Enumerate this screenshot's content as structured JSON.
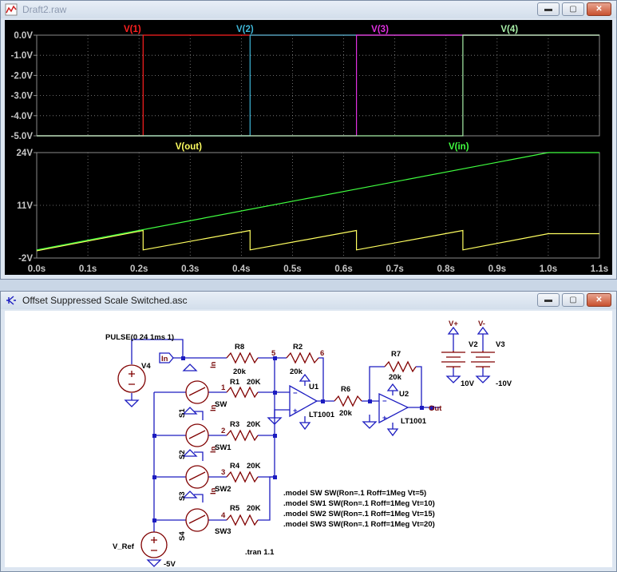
{
  "waveform_window": {
    "title": "Draft2.raw",
    "icon": "waveform-chart-icon"
  },
  "schematic_window": {
    "title": "Offset Suppressed Scale Switched.asc",
    "icon": "schematic-component-icon"
  },
  "window_controls": {
    "minimize": "▬",
    "maximize": "▢",
    "close": "✕"
  },
  "colors": {
    "plot_bg": "#000000",
    "grid": "#8a8a8a",
    "axis_text": "#c6c6c6",
    "V1": "#ff2020",
    "V2": "#3fb7d8",
    "V3": "#e030e0",
    "V4": "#a8f0a8",
    "Vout": "#ffff60",
    "Vin": "#40ff40",
    "wire": "#1c1cc0",
    "component": "#800000"
  },
  "chart_data": [
    {
      "type": "line",
      "x_ticks": [
        "0.0s",
        "0.1s",
        "0.2s",
        "0.3s",
        "0.4s",
        "0.5s",
        "0.6s",
        "0.7s",
        "0.8s",
        "0.9s",
        "1.0s",
        "1.1s"
      ],
      "y_ticks": [
        "0.0V",
        "-1.0V",
        "-2.0V",
        "-3.0V",
        "-4.0V",
        "-5.0V"
      ],
      "xlim": [
        0,
        1.1
      ],
      "ylim": [
        -5,
        0
      ],
      "grid": true,
      "series": [
        {
          "name": "V(1)",
          "x": [
            0,
            0.208,
            0.208,
            1.1
          ],
          "y": [
            -5,
            -5,
            0,
            0
          ]
        },
        {
          "name": "V(2)",
          "x": [
            0,
            0.417,
            0.417,
            1.1
          ],
          "y": [
            -5,
            -5,
            0,
            0
          ]
        },
        {
          "name": "V(3)",
          "x": [
            0,
            0.625,
            0.625,
            1.1
          ],
          "y": [
            -5,
            -5,
            0,
            0
          ]
        },
        {
          "name": "V(4)",
          "x": [
            0,
            0.833,
            0.833,
            1.1
          ],
          "y": [
            -5,
            -5,
            0,
            0
          ]
        }
      ]
    },
    {
      "type": "line",
      "x_ticks": [
        "0.0s",
        "0.1s",
        "0.2s",
        "0.3s",
        "0.4s",
        "0.5s",
        "0.6s",
        "0.7s",
        "0.8s",
        "0.9s",
        "1.0s",
        "1.1s"
      ],
      "y_ticks": [
        "24V",
        "11V",
        "-2V"
      ],
      "xlim": [
        0,
        1.1
      ],
      "ylim": [
        -2,
        24
      ],
      "grid": true,
      "series": [
        {
          "name": "V(out)",
          "x": [
            0,
            0.208,
            0.208,
            0.417,
            0.417,
            0.625,
            0.625,
            0.833,
            0.833,
            1.0,
            1.1
          ],
          "y": [
            -0.2,
            4.8,
            0.0,
            4.8,
            0.0,
            4.8,
            0.0,
            4.8,
            0.0,
            4.0,
            4.0
          ]
        },
        {
          "name": "V(in)",
          "x": [
            0,
            1.0,
            1.1
          ],
          "y": [
            0,
            24,
            24
          ]
        }
      ]
    }
  ],
  "schematic": {
    "labels": {
      "pulse": "PULSE(0 24 1ms 1)",
      "in_port": "In",
      "out_port": "Out",
      "v4": "V4",
      "v_ref": "V_Ref",
      "minus5": "-5V",
      "r8": "R8",
      "r8_val": "20k",
      "r2": "R2",
      "r2_val": "20k",
      "r1": "R1",
      "r1_val": "20K",
      "r3": "R3",
      "r3_val": "20K",
      "r4": "R4",
      "r4_val": "20K",
      "r5": "R5",
      "r5_val": "20K",
      "r6": "R6",
      "r6_val": "20k",
      "r7": "R7",
      "r7_val": "20k",
      "u1": "U1",
      "u1_part": "LT1001",
      "u2": "U2",
      "u2_part": "LT1001",
      "v2": "V2",
      "v2_val": "10V",
      "v3": "V3",
      "v3_val": "-10V",
      "s1": "S1",
      "s2": "S2",
      "s3": "S3",
      "s4": "S4",
      "sw": "SW",
      "sw1": "SW1",
      "sw2": "SW2",
      "sw3": "SW3",
      "n1": "1",
      "n2": "2",
      "n3": "3",
      "n4": "4",
      "n5": "5",
      "n6": "6",
      "vplus": "V+",
      "vminus": "V-",
      "in_pin": "In",
      "tran": ".tran 1.1"
    },
    "models": [
      ".model SW SW(Ron=.1 Roff=1Meg Vt=5)",
      ".model SW1 SW(Ron=.1 Roff=1Meg Vt=10)",
      ".model SW2 SW(Ron=.1 Roff=1Meg Vt=15)",
      ".model SW3 SW(Ron=.1 Roff=1Meg Vt=20)"
    ]
  }
}
